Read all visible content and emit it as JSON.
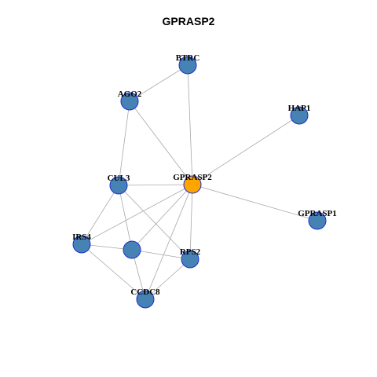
{
  "title": "GPRASP2",
  "colors": {
    "node": "#4682b4",
    "center": "#ffa500",
    "edge": "#a8a8a8",
    "border": "#1f2fd0"
  },
  "nodes": [
    {
      "id": "BTRC",
      "label": "BTRC",
      "center": false
    },
    {
      "id": "AGO2",
      "label": "AGO2",
      "center": false
    },
    {
      "id": "HAP1",
      "label": "HAP1",
      "center": false
    },
    {
      "id": "CUL3",
      "label": "CUL3",
      "center": false
    },
    {
      "id": "GPRASP2",
      "label": "GPRASP2",
      "center": true
    },
    {
      "id": "GPRASP1",
      "label": "GPRASP1",
      "center": false
    },
    {
      "id": "IRS4",
      "label": "IRS4",
      "center": false
    },
    {
      "id": "UNLABELED",
      "label": "",
      "center": false
    },
    {
      "id": "RPS2",
      "label": "RPS2",
      "center": false
    },
    {
      "id": "CCDC8",
      "label": "CCDC8",
      "center": false
    }
  ],
  "edges": [
    [
      "BTRC",
      "AGO2"
    ],
    [
      "BTRC",
      "GPRASP2"
    ],
    [
      "AGO2",
      "GPRASP2"
    ],
    [
      "AGO2",
      "CUL3"
    ],
    [
      "HAP1",
      "GPRASP2"
    ],
    [
      "GPRASP1",
      "GPRASP2"
    ],
    [
      "CUL3",
      "GPRASP2"
    ],
    [
      "CUL3",
      "IRS4"
    ],
    [
      "CUL3",
      "UNLABELED"
    ],
    [
      "CUL3",
      "RPS2"
    ],
    [
      "GPRASP2",
      "IRS4"
    ],
    [
      "GPRASP2",
      "UNLABELED"
    ],
    [
      "GPRASP2",
      "RPS2"
    ],
    [
      "GPRASP2",
      "CCDC8"
    ],
    [
      "IRS4",
      "UNLABELED"
    ],
    [
      "IRS4",
      "CCDC8"
    ],
    [
      "UNLABELED",
      "RPS2"
    ],
    [
      "UNLABELED",
      "CCDC8"
    ],
    [
      "RPS2",
      "CCDC8"
    ]
  ]
}
